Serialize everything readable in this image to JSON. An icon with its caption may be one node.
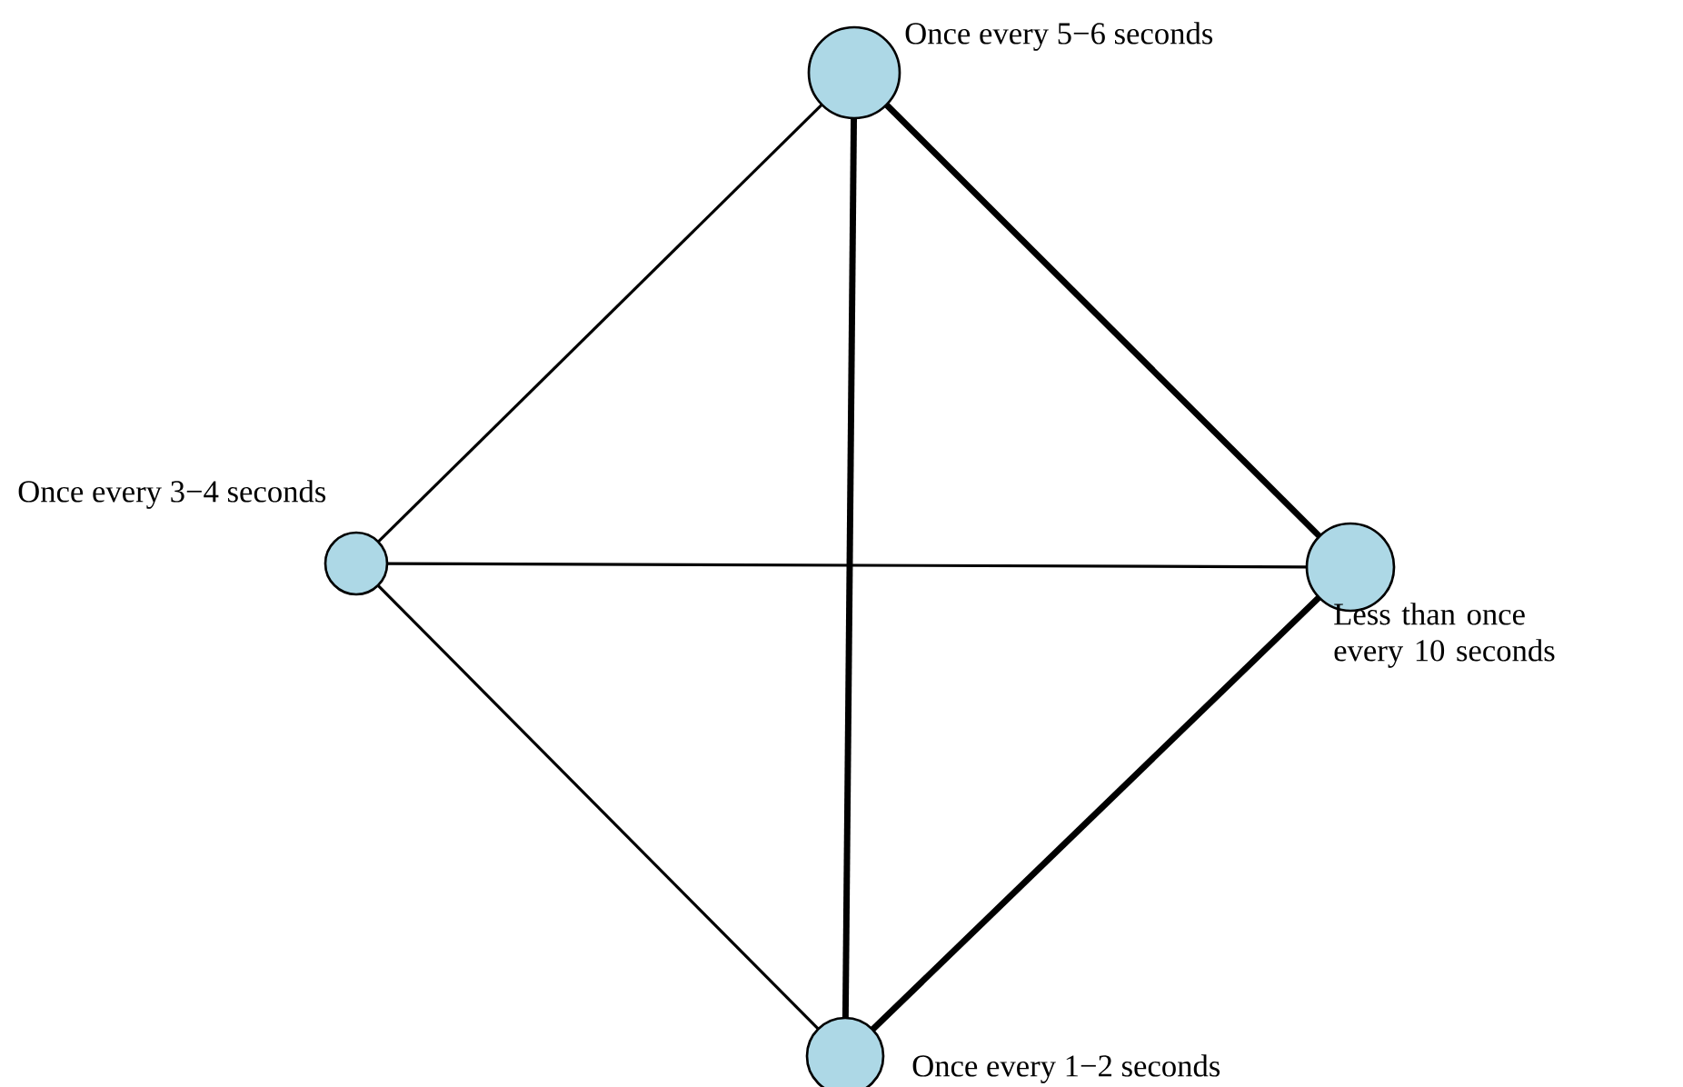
{
  "diagram": {
    "nodes": [
      {
        "text": [],
        "shape": "circle",
        "beside": [
          "Once every 5−6 seconds"
        ]
      },
      {
        "text": [],
        "shape": "circle",
        "beside": [
          "Once every 3−4 seconds"
        ]
      },
      {
        "text": [],
        "shape": "circle",
        "beside": [
          "Less than once every 10 seconds"
        ]
      },
      {
        "text": [],
        "shape": "circle",
        "beside": [
          "Once every 1−2 seconds"
        ]
      }
    ],
    "edges": [
      {
        "from": 0,
        "to": 1,
        "arrow": "none"
      },
      {
        "from": 0,
        "to": 3,
        "arrow": "none",
        "style": "thick"
      },
      {
        "from": 0,
        "to": 2,
        "arrow": "none",
        "style": "thick"
      },
      {
        "from": 1,
        "to": 2,
        "arrow": "none"
      },
      {
        "from": 1,
        "to": 3,
        "arrow": "none"
      },
      {
        "from": 3,
        "to": 2,
        "arrow": "none",
        "style": "thick"
      }
    ]
  }
}
